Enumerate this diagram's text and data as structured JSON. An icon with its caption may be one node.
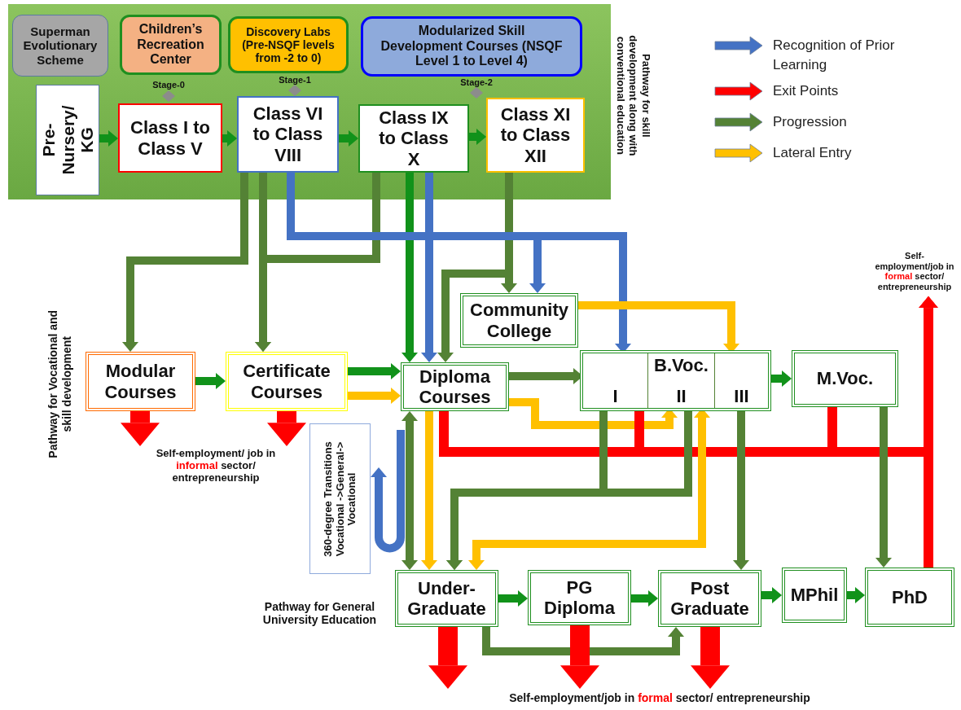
{
  "diagram": {
    "nodes": [
      {
        "text": [],
        "shape": "box"
      },
      {
        "text": [
          "Superman Evolutionary Scheme"
        ],
        "in": 0
      },
      {
        "text": [
          "Children’s Recreation Center"
        ],
        "in": 0
      },
      {
        "text": [
          "Discovery Labs (Pre-NSQF levels from -2 to 0)"
        ],
        "in": 0
      },
      {
        "text": [
          "Modularized Skill Development Courses (NSQF Level 1 to Level 4)"
        ],
        "in": 0
      },
      {
        "text": [
          "Pre-Nursery/ KG"
        ],
        "in": 0
      },
      {
        "text": [
          "Class I to Class V"
        ],
        "in": 0
      },
      {
        "text": [
          "Class VI to Class VIII"
        ],
        "in": 0
      },
      {
        "text": [
          "Class IX to Class X"
        ],
        "in": 0
      },
      {
        "text": [
          "Class XI to Class XII"
        ],
        "in": 0
      },
      {
        "text": [
          "Modular Courses"
        ]
      },
      {
        "text": [
          "Certificate Courses"
        ]
      },
      {
        "text": [
          "Diploma Courses"
        ]
      },
      {
        "text": [
          "Community College"
        ]
      },
      {
        "text": [],
        "shape": "box"
      },
      {
        "text": [
          "I"
        ],
        "in": 14
      },
      {
        "text": [
          "B.Voc.",
          "II"
        ],
        "in": 14
      },
      {
        "text": [
          "III"
        ],
        "in": 14
      },
      {
        "text": [
          "M.Voc."
        ]
      },
      {
        "text": [
          "360-degree Transitions Vocational ->General-> Vocational"
        ]
      },
      {
        "text": [
          "Under-Graduate"
        ]
      },
      {
        "text": [
          "PG Diploma"
        ]
      },
      {
        "text": [
          "Post Graduate"
        ]
      },
      {
        "text": [
          "MPhil"
        ]
      },
      {
        "text": [
          "PhD"
        ]
      },
      {
        "text": [
          "Self-employment/job in **formal** sector/ entrepreneurship"
        ]
      },
      {
        "text": [
          "Self-employment/ job in **informal** sector/ entrepreneurship"
        ]
      },
      {
        "text": [
          "Self-employment/job in **formal** sector/ entrepreneurship"
        ]
      }
    ],
    "edges": [
      {
        "from": 5,
        "to": 6,
        "arrow": "to",
        "color": "#11921a"
      },
      {
        "from": 6,
        "to": 7,
        "arrow": "to",
        "color": "#11921a"
      },
      {
        "from": 7,
        "to": 8,
        "arrow": "to",
        "color": "#11921a"
      },
      {
        "from": 8,
        "to": 9,
        "arrow": "to",
        "color": "#11921a"
      },
      {
        "from": 7,
        "to": 10,
        "arrow": "to"
      },
      {
        "from": 7,
        "to": 11,
        "arrow": "to"
      },
      {
        "from": 8,
        "to": 11,
        "arrow": "to"
      },
      {
        "from": 9,
        "to": 13,
        "arrow": "to"
      },
      {
        "from": 9,
        "to": 12,
        "arrow": "to"
      },
      {
        "from": 8,
        "to": 12,
        "arrow": "to",
        "color": "#11921a"
      },
      {
        "from": 8,
        "to": 12,
        "arrow": "to",
        "color": "#4472c4"
      },
      {
        "from": 7,
        "to": 13,
        "arrow": "to",
        "color": "#4472c4"
      },
      {
        "from": 7,
        "to": 15,
        "arrow": "to",
        "color": "#4472c4"
      },
      {
        "from": 10,
        "to": 11,
        "arrow": "to",
        "color": "#11921a"
      },
      {
        "from": 11,
        "to": 12,
        "arrow": "to",
        "color": "#11921a"
      },
      {
        "from": 11,
        "to": 12,
        "arrow": "to",
        "color": "#ffc000"
      },
      {
        "from": 12,
        "to": 15,
        "arrow": "to"
      },
      {
        "from": 13,
        "to": 17,
        "arrow": "to",
        "color": "#ffc000"
      },
      {
        "from": 12,
        "to": 16,
        "arrow": "to",
        "color": "#ffc000"
      },
      {
        "from": 12,
        "to": 25,
        "arrow": "to",
        "color": "#ff0000"
      },
      {
        "from": 14,
        "to": 25,
        "arrow": "to",
        "color": "#ff0000"
      },
      {
        "from": 18,
        "to": 25,
        "arrow": "to",
        "color": "#ff0000"
      },
      {
        "from": 24,
        "to": 25,
        "arrow": "to",
        "color": "#ff0000"
      },
      {
        "from": 10,
        "to": 26,
        "arrow": "to",
        "color": "#ff0000",
        "style": "thick"
      },
      {
        "from": 11,
        "to": 26,
        "arrow": "to",
        "color": "#ff0000",
        "style": "thick"
      },
      {
        "from": 12,
        "to": 20,
        "arrow": "both"
      },
      {
        "from": 12,
        "to": 20,
        "arrow": "to",
        "color": "#ffc000"
      },
      {
        "from": 15,
        "to": 20,
        "arrow": "to"
      },
      {
        "from": 16,
        "to": 20,
        "arrow": "to"
      },
      {
        "from": 16,
        "to": 20,
        "arrow": "both",
        "color": "#ffc000"
      },
      {
        "from": 17,
        "to": 22,
        "arrow": "to"
      },
      {
        "from": 14,
        "to": 18,
        "arrow": "to",
        "color": "#11921a"
      },
      {
        "from": 18,
        "to": 24,
        "arrow": "to"
      },
      {
        "from": 20,
        "to": 21,
        "arrow": "to",
        "color": "#11921a"
      },
      {
        "from": 21,
        "to": 22,
        "arrow": "to",
        "color": "#11921a"
      },
      {
        "from": 22,
        "to": 23,
        "arrow": "to",
        "color": "#11921a"
      },
      {
        "from": 23,
        "to": 24,
        "arrow": "to",
        "color": "#11921a"
      },
      {
        "from": 20,
        "to": 22,
        "arrow": "to"
      },
      {
        "from": 20,
        "to": 27,
        "arrow": "to",
        "color": "#ff0000",
        "style": "thick"
      },
      {
        "from": 21,
        "to": 27,
        "arrow": "to",
        "color": "#ff0000",
        "style": "thick"
      },
      {
        "from": 22,
        "to": 27,
        "arrow": "to",
        "color": "#ff0000",
        "style": "thick"
      }
    ],
    "labels": [
      "Pathway for skill development along with conventional education",
      "Stage-0",
      "Stage-1",
      "Stage-2",
      "Pathway for Vocational and skill development",
      "Pathway for General University Education"
    ],
    "legend": [
      {
        "text": "Recognition of Prior Learning",
        "color": "#4472c4"
      },
      {
        "text": "Exit Points",
        "color": "#ff0000"
      },
      {
        "text": "Progression",
        "color": "#548235"
      },
      {
        "text": "Lateral Entry",
        "color": "#ffc000"
      }
    ]
  }
}
